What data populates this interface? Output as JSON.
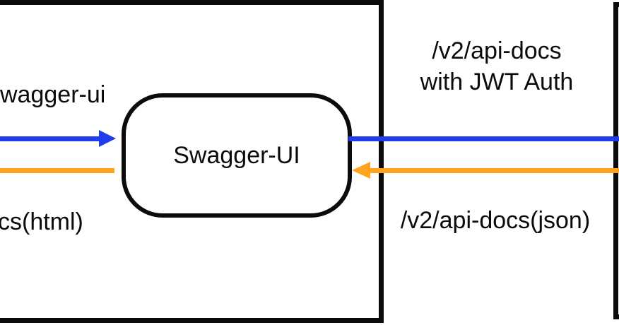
{
  "colors": {
    "ink": "#0b0b0b",
    "blue": "#1e3ce8",
    "orange": "#ffa41e"
  },
  "node": {
    "label": "Swagger-UI"
  },
  "left_panel": {
    "request_label": "wagger-ui",
    "response_label": "cs(html)"
  },
  "right_panel": {
    "request_label_line1": "/v2/api-docs",
    "request_label_line2": "with JWT Auth",
    "response_label": "/v2/api-docs(json)"
  }
}
